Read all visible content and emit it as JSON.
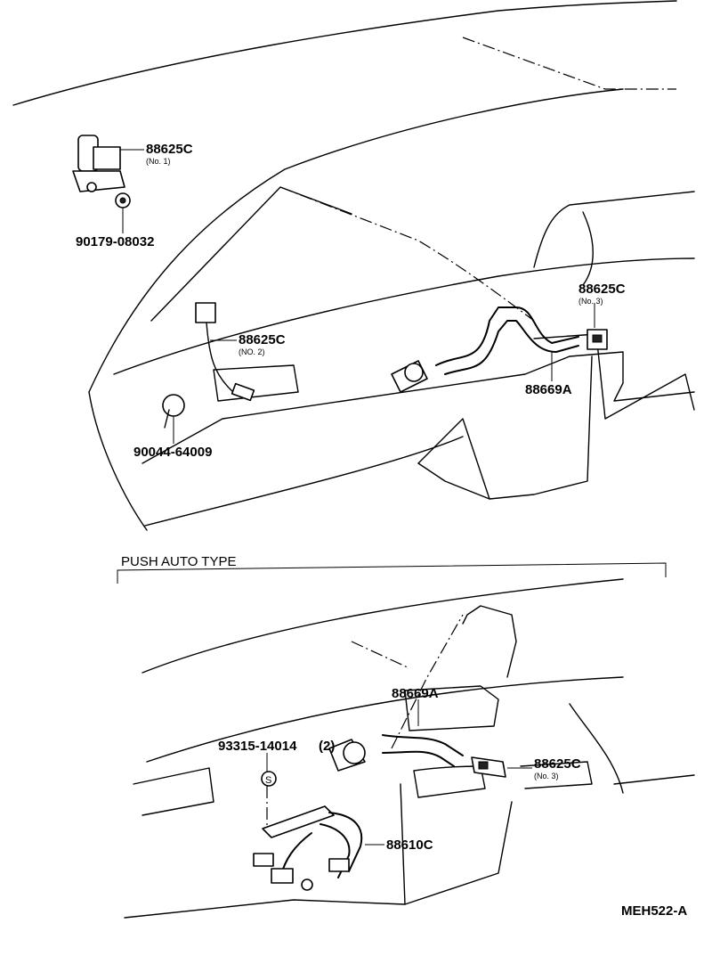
{
  "diagram": {
    "code": "MEH522-A",
    "section_title": "PUSH AUTO TYPE",
    "top_view": {
      "callouts": [
        {
          "part": "88625C",
          "note": "(No. 1)"
        },
        {
          "part": "90179-08032"
        },
        {
          "part": "88625C",
          "note": "(NO. 2)"
        },
        {
          "part": "90044-64009"
        },
        {
          "part": "88625C",
          "note": "(No. 3)"
        },
        {
          "part": "88669A"
        }
      ]
    },
    "bottom_view": {
      "callouts": [
        {
          "part": "88669A"
        },
        {
          "part": "93315-14014",
          "qty": "(2)"
        },
        {
          "part": "88625C",
          "note": "(No. 3)"
        },
        {
          "part": "88610C"
        }
      ],
      "s_mark": "S"
    }
  }
}
